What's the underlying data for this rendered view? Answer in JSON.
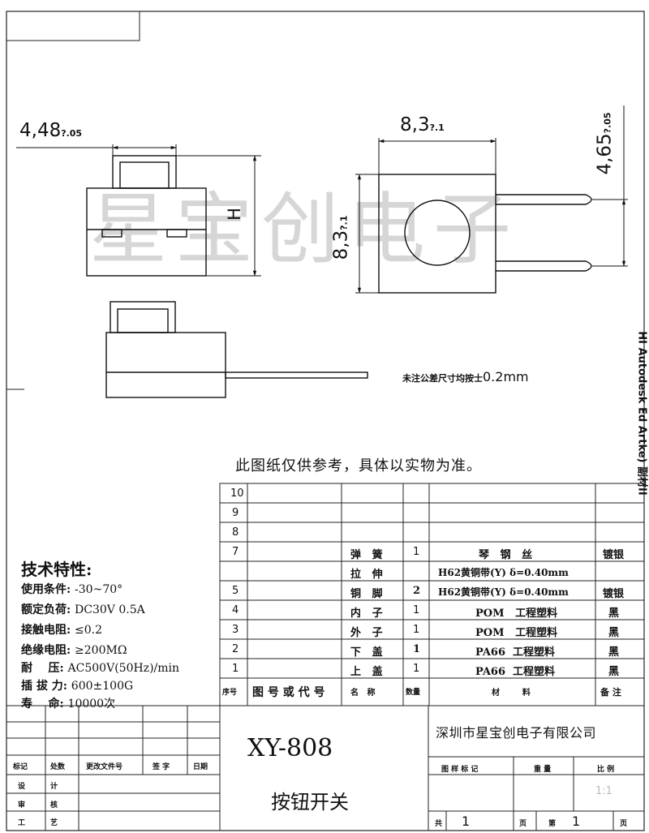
{
  "dimensions": {
    "left_width": "4,48",
    "left_width_tol": "?.05",
    "top_width": "8,3",
    "top_width_tol": "?.1",
    "side_height": "8,3",
    "side_height_tol": "?.1",
    "pin_spacing": "4,65",
    "pin_spacing_tol": "?.05",
    "height_label": "H"
  },
  "watermark": "星宝创电子",
  "tolerance_note": {
    "label": "未注公差尺寸均按士",
    "value": "0.2mm"
  },
  "reference_note": "此图纸仅供参考，具体以实物为准。",
  "side_text": "HI Autodesk Ed Artke) 副材II",
  "tech_specs": {
    "title": "技术特性:",
    "items": [
      {
        "label": "使用条件:",
        "value": "-30~70°"
      },
      {
        "label": "额定负荷:",
        "value": "DC30V 0.5A"
      },
      {
        "label": "接触电阻:",
        "value": "≤0.2"
      },
      {
        "label": "绝缘电阻:",
        "value": "≥200MΩ"
      },
      {
        "label": "耐    压:",
        "value": "AC500V(50Hz)/min"
      },
      {
        "label": "插 拔 力:",
        "value": "600±100G"
      },
      {
        "label": "寿    命:",
        "value": "10000次"
      }
    ]
  },
  "bom": {
    "headers": {
      "seq": "序号",
      "code": "图 号 或 代 号",
      "name": "名   称",
      "qty": "数量",
      "material": "材        料",
      "note": "备 注"
    },
    "rows": [
      {
        "seq": "10",
        "name": "",
        "qty": "",
        "material": "",
        "note": ""
      },
      {
        "seq": "9",
        "name": "",
        "qty": "",
        "material": "",
        "note": ""
      },
      {
        "seq": "8",
        "name": "",
        "qty": "",
        "material": "",
        "note": ""
      },
      {
        "seq": "7",
        "name": "弹   簧",
        "qty": "1",
        "material": "琴   钢   丝",
        "note": "镀银"
      },
      {
        "seq": "",
        "name": "拉   伸",
        "qty": "",
        "material": "H62黄铜带(Y) δ=0.40mm",
        "note": ""
      },
      {
        "seq": "5",
        "name": "铜   脚",
        "qty": "2",
        "material": "H62黄铜带(Y) δ=0.40mm",
        "note": "镀银"
      },
      {
        "seq": "4",
        "name": "内   子",
        "qty": "1",
        "material": "POM   工程塑料",
        "note": "黑"
      },
      {
        "seq": "3",
        "name": "外   子",
        "qty": "1",
        "material": "POM   工程塑料",
        "note": "黑"
      },
      {
        "seq": "2",
        "name": "下   盖",
        "qty": "1",
        "material": "PA66  工程塑料",
        "note": "黑"
      },
      {
        "seq": "1",
        "name": "上   盖",
        "qty": "1",
        "material": "PA66  工程塑料",
        "note": "黑"
      }
    ]
  },
  "title_block": {
    "model": "XY-808",
    "product": "按钮开关",
    "company": "深圳市星宝创电子有限公司",
    "rev_headers": [
      "标记",
      "处数",
      "更改文件号",
      "签 字",
      "日期"
    ],
    "roles": [
      "设",
      "计",
      "审",
      "核",
      "工",
      "艺"
    ],
    "drawing_mark_label": "图 样 标 记",
    "weight_label": "重 量",
    "scale_label": "比 例",
    "scale_value": "1:1",
    "total_label": "共",
    "total_value": "1",
    "page_unit": "页",
    "sheet_label": "第",
    "sheet_value": "1"
  }
}
